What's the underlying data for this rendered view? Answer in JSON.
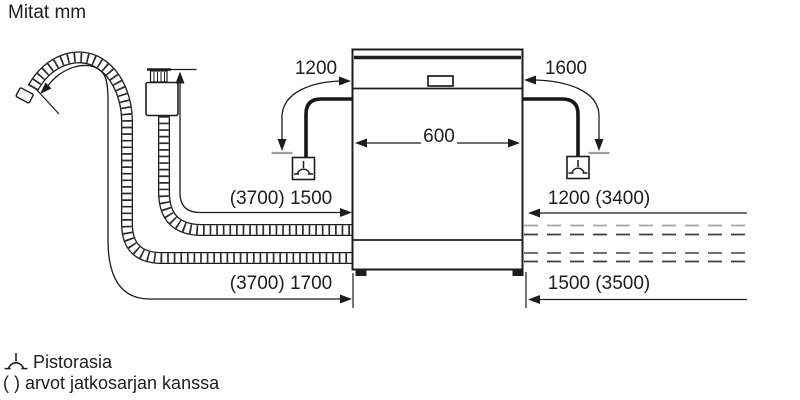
{
  "title": "Mitat mm",
  "labels": {
    "cable_left": "1200",
    "cable_right": "1600",
    "appliance_width": "600",
    "supply_hose_length": "(3700) 1500",
    "right_top_length": "1200 (3400)",
    "drain_hose_length": "(3700) 1700",
    "right_bottom_length": "1500 (3500)"
  },
  "legend": {
    "socket_label": "Pistorasia",
    "note": "( ) arvot jatkosarjan kanssa"
  },
  "colors": {
    "line": "#1d1d1b",
    "gray": "#9d9d9c",
    "background": "#ffffff"
  }
}
